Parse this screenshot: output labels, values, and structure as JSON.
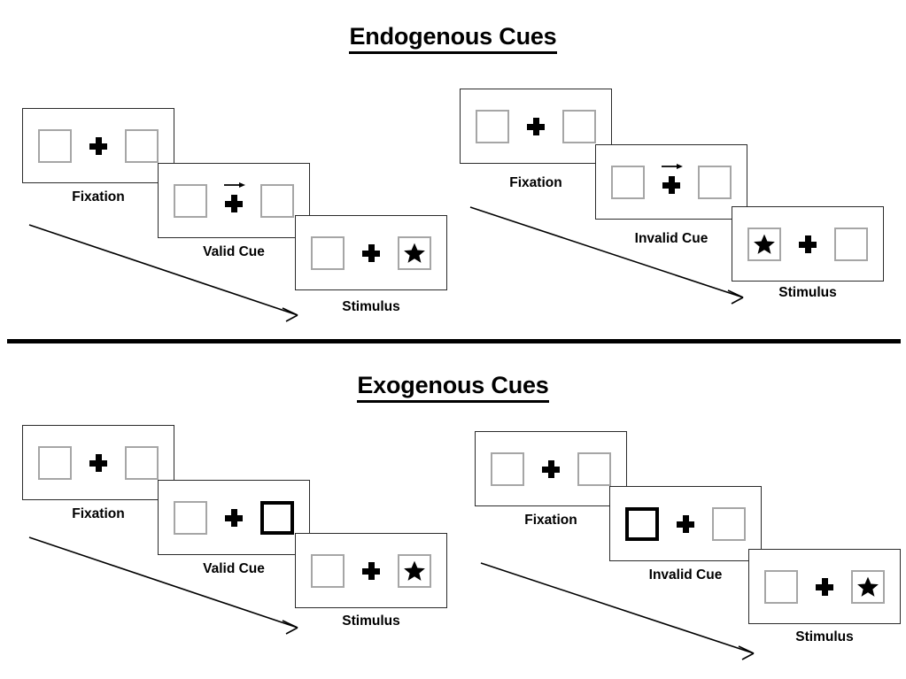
{
  "figure": {
    "type": "posner-cueing-paradigm-diagram",
    "sections": [
      {
        "id": "endogenous",
        "title": "Endogenous Cues",
        "conditions": [
          {
            "id": "endogenous-valid",
            "position": "left",
            "panels": [
              {
                "label": "Fixation",
                "left_box": "empty",
                "right_box": "empty",
                "center": "plus",
                "cue": "none"
              },
              {
                "label": "Valid Cue",
                "left_box": "empty",
                "right_box": "empty",
                "center": "plus-arrow",
                "cue": "central-arrow-right"
              },
              {
                "label": "Stimulus",
                "left_box": "empty",
                "right_box": "star",
                "center": "plus",
                "cue": "none"
              }
            ]
          },
          {
            "id": "endogenous-invalid",
            "position": "right",
            "panels": [
              {
                "label": "Fixation",
                "left_box": "empty",
                "right_box": "empty",
                "center": "plus",
                "cue": "none"
              },
              {
                "label": "Invalid Cue",
                "left_box": "empty",
                "right_box": "empty",
                "center": "plus-arrow",
                "cue": "central-arrow-right"
              },
              {
                "label": "Stimulus",
                "left_box": "star",
                "right_box": "empty",
                "center": "plus",
                "cue": "none"
              }
            ]
          }
        ]
      },
      {
        "id": "exogenous",
        "title": "Exogenous Cues",
        "conditions": [
          {
            "id": "exogenous-valid",
            "position": "left",
            "panels": [
              {
                "label": "Fixation",
                "left_box": "empty",
                "right_box": "empty",
                "center": "plus",
                "cue": "none"
              },
              {
                "label": "Valid Cue",
                "left_box": "empty",
                "right_box": "highlight",
                "center": "plus",
                "cue": "peripheral-right-flash"
              },
              {
                "label": "Stimulus",
                "left_box": "empty",
                "right_box": "star",
                "center": "plus",
                "cue": "none"
              }
            ]
          },
          {
            "id": "exogenous-invalid",
            "position": "right",
            "panels": [
              {
                "label": "Fixation",
                "left_box": "empty",
                "right_box": "empty",
                "center": "plus",
                "cue": "none"
              },
              {
                "label": "Invalid Cue",
                "left_box": "highlight",
                "right_box": "empty",
                "center": "plus",
                "cue": "peripheral-left-flash"
              },
              {
                "label": "Stimulus",
                "left_box": "empty",
                "right_box": "star",
                "center": "plus",
                "cue": "none"
              }
            ]
          }
        ]
      }
    ]
  },
  "labels": {
    "endogenous_title": "Endogenous Cues",
    "exogenous_title": "Exogenous Cues",
    "fixation": "Fixation",
    "valid_cue": "Valid Cue",
    "invalid_cue": "Invalid Cue",
    "stimulus": "Stimulus"
  },
  "colors": {
    "background": "#ffffff",
    "frame_border": "#2a2a2a",
    "placeholder_box_border": "#a6a6a6",
    "cued_box_border": "#000000",
    "symbol": "#000000",
    "divider": "#000000",
    "text": "#000000"
  },
  "icons": {
    "fixation_cross": "plus-icon",
    "target": "star-icon",
    "endogenous_cue": "arrow-right-icon",
    "time_flow": "diagonal-arrow-icon"
  }
}
